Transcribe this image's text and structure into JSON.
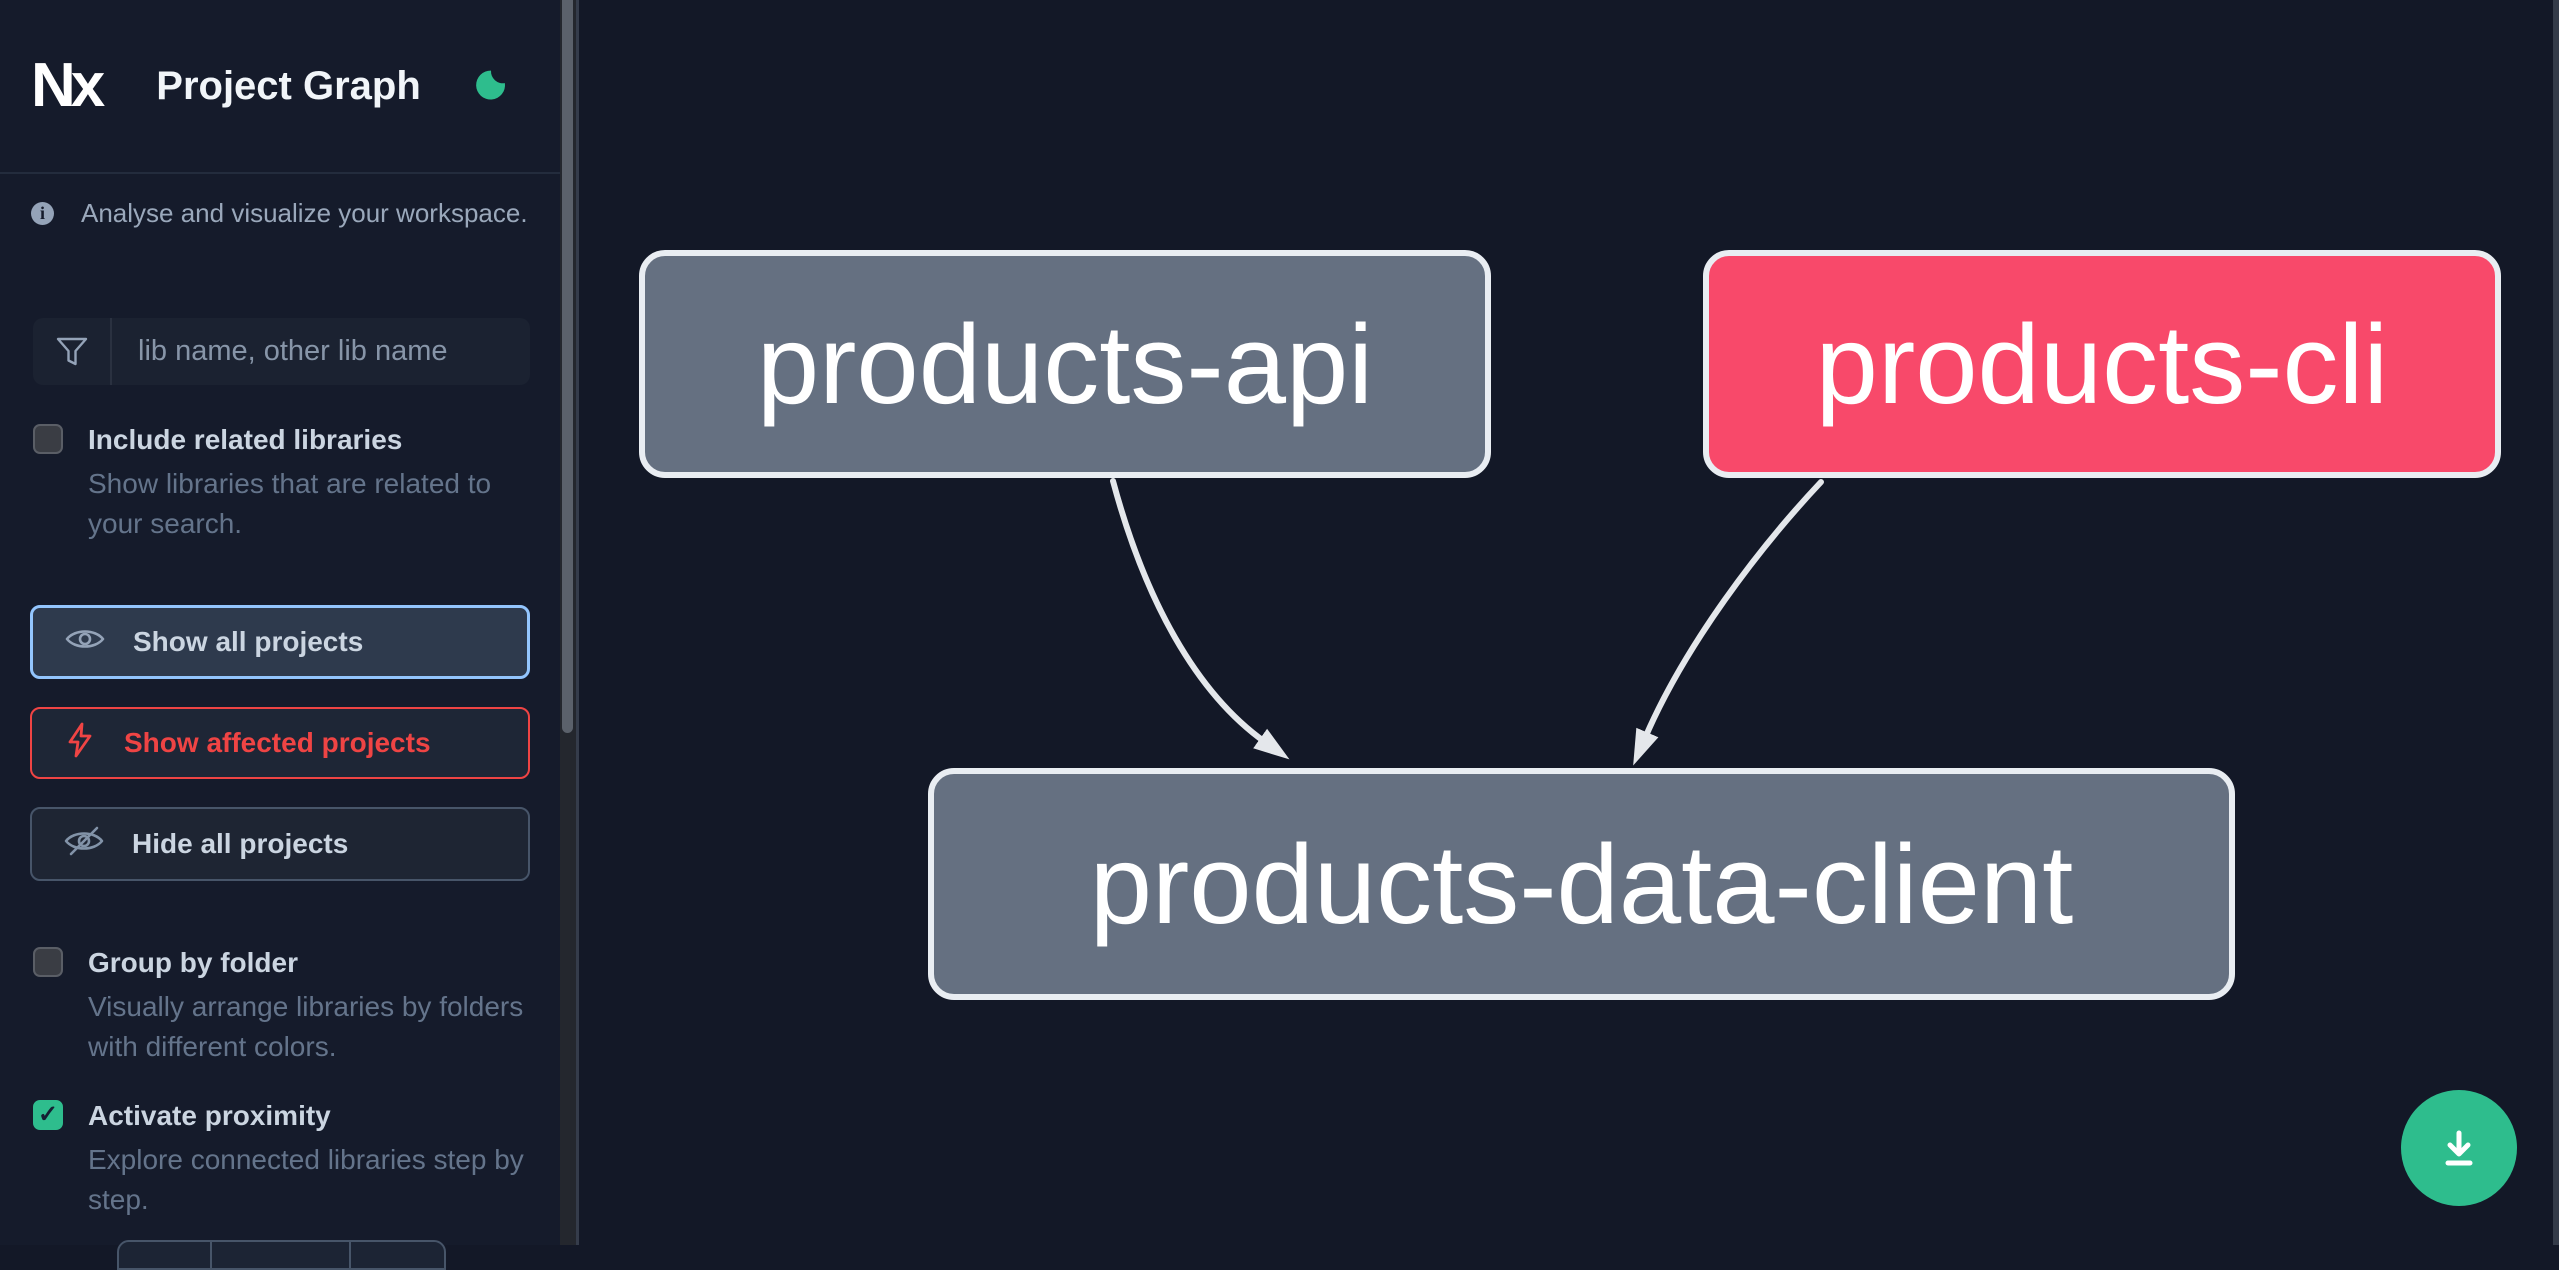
{
  "header": {
    "logo_text": "Nx",
    "title": "Project Graph"
  },
  "sidebar": {
    "info_text": "Analyse and visualize your workspace.",
    "search": {
      "placeholder": "lib name, other lib name"
    },
    "options": [
      {
        "label": "Include related libraries",
        "description": "Show libraries that are related to your search.",
        "checked": false
      },
      {
        "label": "Group by folder",
        "description": "Visually arrange libraries by folders with different colors.",
        "checked": false
      },
      {
        "label": "Activate proximity",
        "description": "Explore connected libraries step by step.",
        "checked": true
      }
    ],
    "buttons": [
      {
        "label": "Show all projects",
        "state": "selected"
      },
      {
        "label": "Show affected projects",
        "state": "affected"
      },
      {
        "label": "Hide all projects",
        "state": "default"
      }
    ]
  },
  "graph": {
    "nodes": [
      {
        "id": "products-api",
        "type": "normal"
      },
      {
        "id": "products-cli",
        "type": "affected"
      },
      {
        "id": "products-data-client",
        "type": "normal"
      }
    ],
    "edges": [
      {
        "source": "products-api",
        "target": "products-data-client"
      },
      {
        "source": "products-cli",
        "target": "products-data-client"
      }
    ]
  },
  "icons": {
    "check": "✓",
    "moon": "moon-crescent",
    "info": "i",
    "filter": "funnel",
    "eye": "eye",
    "bolt": "lightning-bolt",
    "eye_off": "eye-slash",
    "download": "download-arrow"
  },
  "colors": {
    "sidebar_bg": "#151b2b",
    "graph_bg": "#131827",
    "node_gray": "#657081",
    "node_affected": "#f8496a",
    "node_border": "#e9edf2",
    "edge": "#e4e7eb",
    "accent_green": "#2ebd8d",
    "accent_blue": "#93c5fd",
    "accent_red": "#ef4444",
    "text_primary": "#cbd5e1",
    "text_muted": "#64748b",
    "icon_slate": "#94a3b8"
  }
}
